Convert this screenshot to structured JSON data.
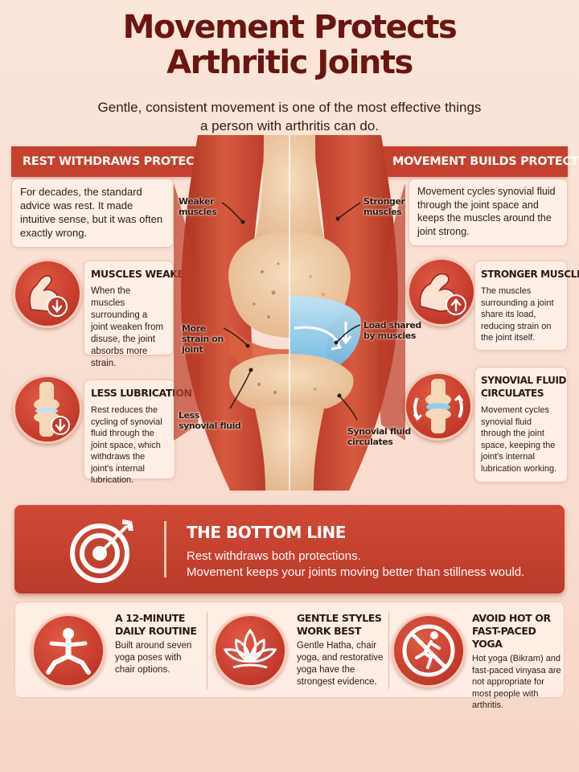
{
  "header": {
    "title_line1": "Movement Protects",
    "title_line2": "Arthritic Joints",
    "subtitle_line1": "Gentle, consistent movement is one of the most effective things",
    "subtitle_line2": "a person with arthritis can do."
  },
  "left": {
    "banner": "REST WITHDRAWS PROTECTION",
    "intro": "For decades, the standard advice was rest. It made intuitive sense, but it was often exactly wrong.",
    "cards": [
      {
        "title": "MUSCLES WEAKEN",
        "body": "When the muscles surrounding a joint weaken from disuse, the joint absorbs more strain.",
        "icon": "weak-arm-down-arrow-icon"
      },
      {
        "title": "LESS LUBRICATION",
        "body": "Rest reduces the cycling of synovial fluid through the joint space, which withdraws the joint's internal lubrication.",
        "icon": "knee-joint-down-arrow-icon"
      }
    ]
  },
  "right": {
    "banner": "MOVEMENT BUILDS PROTECTION",
    "intro": "Movement cycles synovial fluid through the joint space and keeps the muscles around the joint strong.",
    "cards": [
      {
        "title": "STRONGER MUSCLES",
        "body": "The muscles surrounding a joint share its load, reducing strain on the joint itself.",
        "icon": "strong-arm-up-arrow-icon"
      },
      {
        "title_line1": "SYNOVIAL FLUID",
        "title_line2": "CIRCULATES",
        "body": "Movement cycles synovial fluid through the joint space, keeping the joint's internal lubrication working.",
        "icon": "knee-joint-circulation-icon"
      }
    ]
  },
  "diagram": {
    "labels": {
      "weaker_1": "Weaker",
      "weaker_2": "muscles",
      "stronger_1": "Stronger",
      "stronger_2": "muscles",
      "strain_1": "More",
      "strain_2": "strain on",
      "strain_3": "joint",
      "load_1": "Load shared",
      "load_2": "by muscles",
      "less_1": "Less",
      "less_2": "synovial fluid",
      "circ_1": "Synovial fluid",
      "circ_2": "circulates"
    },
    "colors": {
      "muscle": "#c8432e",
      "bone": "#f0cfa8",
      "fluid": "#7cc3e8",
      "inflamed": "#d9623f"
    }
  },
  "bottom_line": {
    "title": "THE BOTTOM LINE",
    "line1": "Rest withdraws both protections.",
    "line2": "Movement keeps your joints moving better than stillness would.",
    "icon": "target-arrow-icon"
  },
  "tips": [
    {
      "title_line1": "A 12-MINUTE",
      "title_line2": "DAILY ROUTINE",
      "body": "Built around seven yoga poses with chair options.",
      "icon": "yoga-pose-icon"
    },
    {
      "title_line1": "GENTLE STYLES",
      "title_line2": "WORK BEST",
      "body": "Gentle Hatha, chair yoga, and restorative yoga have the strongest evidence.",
      "icon": "lotus-icon"
    },
    {
      "title_line1": "AVOID HOT OR",
      "title_line2": "FAST-PACED YOGA",
      "body": "Hot yoga (Bikram) and fast-paced vinyasa are not appropriate for most people with arthritis.",
      "icon": "no-running-icon"
    }
  ],
  "theme": {
    "accent": "#c5402e",
    "title_color": "#6b1510",
    "background": "#fbe6da"
  }
}
